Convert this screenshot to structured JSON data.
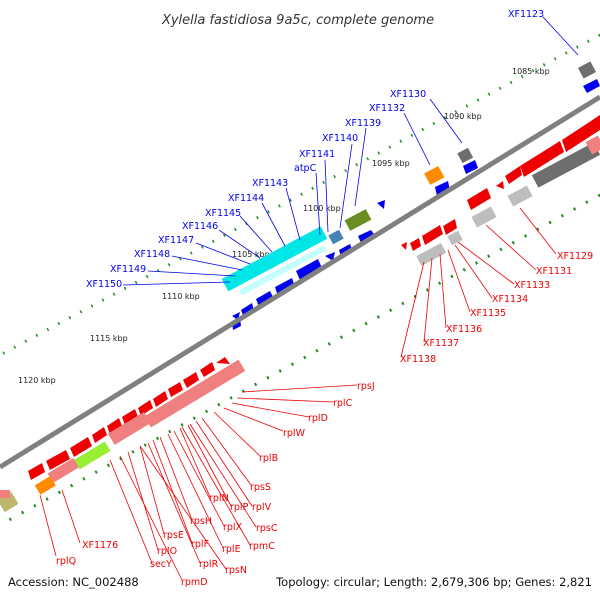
{
  "title": "Xylella fastidiosa 9a5c, complete genome",
  "footer": {
    "accession": "Accession: NC_002488",
    "summary": "Topology: circular; Length: 2,679,306 bp; Genes: 2,821"
  },
  "colors": {
    "forward_gene": "#0000ee",
    "reverse_gene": "#ee0000",
    "backbone": "#808080",
    "tick": "#228b22",
    "rrna": "#00cccc",
    "atp": "#4682b4",
    "olive": "#6b8e23",
    "orange": "#ff8c00",
    "grey_gene": "#808080",
    "light_red": "#f08080",
    "lime": "#99ee33",
    "khaki": "#bdb76b"
  },
  "kbp_labels": [
    "1085 kbp",
    "1090 kbp",
    "1095 kbp",
    "1100 kbp",
    "1105 kbp",
    "1110 kbp",
    "1115 kbp",
    "1120 kbp"
  ],
  "forward_labels": [
    "XF1123",
    "XF1130",
    "XF1132",
    "XF1139",
    "XF1140",
    "XF1141",
    "atpC",
    "XF1143",
    "XF1144",
    "XF1145",
    "XF1146",
    "XF1147",
    "XF1148",
    "XF1149",
    "XF1150"
  ],
  "reverse_labels": [
    "XF1129",
    "XF1131",
    "XF1133",
    "XF1134",
    "XF1135",
    "XF1136",
    "XF1137",
    "XF1138",
    "rpsJ",
    "rplC",
    "rplD",
    "rplW",
    "rplB",
    "rpsS",
    "rplV",
    "rplP",
    "rpsC",
    "rplN",
    "rplX",
    "rpmC",
    "rplE",
    "rpsH",
    "rplF",
    "rplR",
    "rpsE",
    "rpsN",
    "rpmD",
    "secY",
    "rplO",
    "rplQ",
    "XF1176"
  ]
}
